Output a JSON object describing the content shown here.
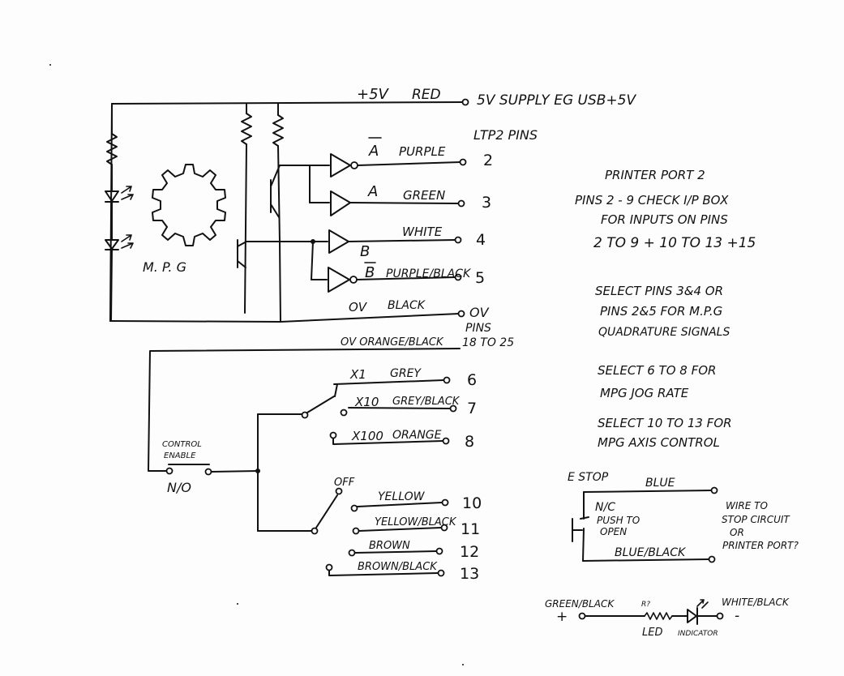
{
  "supply": {
    "plus5v": "+5V",
    "red": "RED",
    "desc": "5V SUPPLY EG USB+5V"
  },
  "mpg": {
    "label": "M. P. G"
  },
  "ltp2": {
    "header": "LTP2 PINS"
  },
  "channels": [
    {
      "letter": "A",
      "overbar": true,
      "color": "PURPLE",
      "pin": "2"
    },
    {
      "letter": "A",
      "overbar": false,
      "color": "GREEN",
      "pin": "3"
    },
    {
      "letter": "B",
      "overbar": false,
      "color": "WHITE",
      "pin": "4"
    },
    {
      "letter": "B",
      "overbar": true,
      "color": "PURPLE/BLACK",
      "pin": "5"
    }
  ],
  "ground": {
    "ov": "OV",
    "black": "BLACK",
    "ov_pin": "OV",
    "pins_line1": "PINS",
    "pins_line2": "18 TO 25",
    "orange_black": "OV ORANGE/BLACK"
  },
  "control_enable": {
    "line1": "CONTROL",
    "line2": "ENABLE",
    "no": "N/O"
  },
  "rate_switch": [
    {
      "label": "X1",
      "color": "GREY",
      "pin": "6"
    },
    {
      "label": "X10",
      "color": "GREY/BLACK",
      "pin": "7"
    },
    {
      "label": "X100",
      "color": "ORANGE",
      "pin": "8"
    }
  ],
  "axis_switch": {
    "off": "OFF",
    "items": [
      {
        "color": "YELLOW",
        "pin": "10"
      },
      {
        "color": "YELLOW/BLACK",
        "pin": "11"
      },
      {
        "color": "BROWN",
        "pin": "12"
      },
      {
        "color": "BROWN/BLACK",
        "pin": "13"
      }
    ]
  },
  "notes": {
    "title": "PRINTER PORT 2",
    "n1": [
      "PINS 2 - 9   CHECK I/P BOX",
      "FOR INPUTS ON PINS",
      "2 TO 9 + 10 TO 13 +15"
    ],
    "n2": [
      "SELECT  PINS 3&4 OR",
      "PINS 2&5  FOR M.P.G",
      "QUADRATURE  SIGNALS"
    ],
    "n3": [
      "SELECT  6 TO 8  FOR",
      "MPG  JOG RATE"
    ],
    "n4": [
      "SELECT  10 TO 13  FOR",
      "MPG  AXIS  CONTROL"
    ]
  },
  "estop": {
    "title": "E STOP",
    "blue": "BLUE",
    "nc": "N/C",
    "push1": "PUSH TO",
    "push2": "OPEN",
    "blue_black": "BLUE/BLACK",
    "wire": [
      "WIRE TO",
      "STOP CIRCUIT",
      "OR",
      "PRINTER PORT?"
    ]
  },
  "led": {
    "green_black": "GREEN/BLACK",
    "plus": "+",
    "r": "R?",
    "white_black": "WHITE/BLACK",
    "minus": "-",
    "caption_main": "LED",
    "caption_sub": "INDICATOR"
  }
}
